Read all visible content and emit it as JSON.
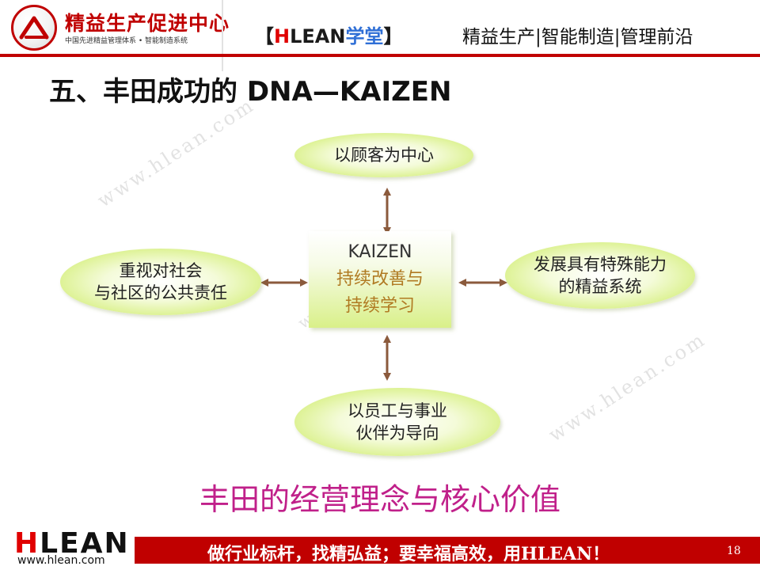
{
  "header": {
    "brand_name": "精益生产促进中心",
    "brand_sub": "中国先进精益管理体系 • 智能制造系统",
    "hlean_tag": {
      "open": "【",
      "h": "H",
      "lean": "LEAN",
      "school": "学堂",
      "close": "】"
    },
    "right_text": "精益生产|智能制造|管理前沿"
  },
  "title": "五、丰田成功的 DNA—KAIZEN",
  "diagram": {
    "top": "以顾客为中心",
    "left": [
      "重视对社会",
      "与社区的公共责任"
    ],
    "right": [
      "发展具有特殊能力",
      "的精益系统"
    ],
    "bottom": [
      "以员工与事业",
      "伙伴为导向"
    ],
    "center": [
      "KAIZEN",
      "持续改善与",
      "持续学习"
    ],
    "arrow_color": "#8b5a3c"
  },
  "slogan": "丰田的经营理念与核心价值",
  "footer": {
    "logo": {
      "h": "H",
      "lean": "LEAN"
    },
    "url": "www.hlean.com",
    "motto": "做行业标杆，找精弘益；要幸福高效，用HLEAN！",
    "page": "18"
  },
  "watermark": "www.hlean.com",
  "colors": {
    "brand_red": "#c00000",
    "slogan": "#c0208a",
    "ellipse_green": "#d8f085",
    "center_text_gold": "#b07a22"
  }
}
